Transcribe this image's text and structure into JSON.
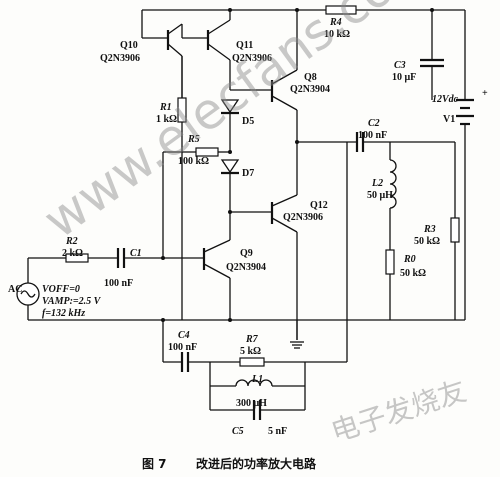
{
  "watermark": {
    "site": "www.elecfans.com",
    "cn": "电子发烧友"
  },
  "caption": {
    "fig": "图 7",
    "title": "改进后的功率放大电路"
  },
  "components": {
    "Q10": {
      "ref": "Q10",
      "model": "Q2N3906"
    },
    "Q11": {
      "ref": "Q11",
      "model": "Q2N3906"
    },
    "Q8": {
      "ref": "Q8",
      "model": "Q2N3904"
    },
    "Q12": {
      "ref": "Q12",
      "model": "Q2N3906"
    },
    "Q9": {
      "ref": "Q9",
      "model": "Q2N3904"
    },
    "R4": {
      "ref": "R4",
      "value": "10 kΩ"
    },
    "R1": {
      "ref": "R1",
      "value": "1 kΩ"
    },
    "R5": {
      "ref": "R5",
      "value": "100 kΩ"
    },
    "R2": {
      "ref": "R2",
      "value": "2 kΩ"
    },
    "R3": {
      "ref": "R3",
      "value": "50 kΩ"
    },
    "R0": {
      "ref": "R0",
      "value": "50 kΩ"
    },
    "R7": {
      "ref": "R7",
      "value": "5 kΩ"
    },
    "C1": {
      "ref": "C1",
      "value": "100 nF"
    },
    "C2": {
      "ref": "C2",
      "value": "100 nF"
    },
    "C3": {
      "ref": "C3",
      "value": "10 μF"
    },
    "C4": {
      "ref": "C4",
      "value": "100 nF"
    },
    "C5": {
      "ref": "C5",
      "value": "5 nF"
    },
    "L1": {
      "ref": "L1",
      "value": "300 μH"
    },
    "L2": {
      "ref": "L2",
      "value": "50 μH"
    },
    "D5": {
      "ref": "D5"
    },
    "D7": {
      "ref": "D7"
    },
    "V1": {
      "ref": "V1",
      "value": "12Vdc"
    }
  },
  "source": {
    "label": "AC",
    "voff": "VOFF=0",
    "vamp": "VAMP:=2.5 V",
    "freq": "f=132 kHz"
  }
}
